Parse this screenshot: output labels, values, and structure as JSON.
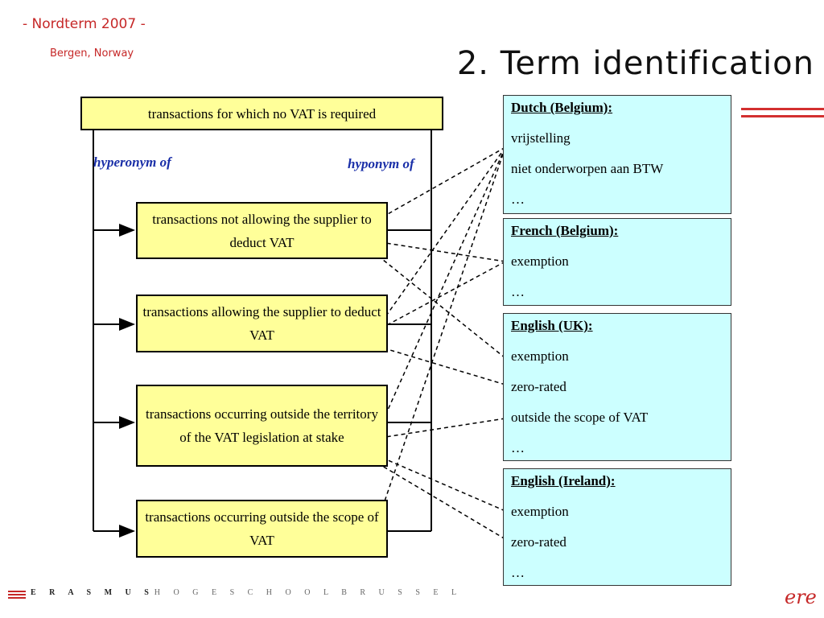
{
  "header": {
    "conference": "- Nordterm 2007 -",
    "location": "Bergen, Norway",
    "title": "2. Term identification"
  },
  "diagram": {
    "root": "transactions for which no VAT is required",
    "hyperonym_label": "hyperonym of",
    "hyponym_label": "hyponym of",
    "children": [
      "transactions not allowing the supplier to deduct VAT",
      "transactions allowing the supplier to deduct VAT",
      "transactions occurring outside the territory of the VAT legislation at stake",
      "transactions occurring outside the scope of VAT"
    ]
  },
  "languages": [
    {
      "name": "Dutch (Belgium)",
      "terms": [
        "vrijstelling",
        "niet onderworpen aan BTW",
        "…"
      ]
    },
    {
      "name": "French (Belgium)",
      "terms": [
        "exemption",
        "…"
      ]
    },
    {
      "name": "English (UK)",
      "terms": [
        "exemption",
        "zero-rated",
        "outside the scope of VAT",
        "…"
      ]
    },
    {
      "name": "English (Ireland)",
      "terms": [
        "exemption",
        "zero-rated",
        "…"
      ]
    }
  ],
  "footer": {
    "brand_bold": "E R A S M U S",
    "brand_rest": "H O G E S C H O O L   B R U S S E L",
    "logo": "ere"
  },
  "colors": {
    "accent_red": "#c62828",
    "box_yellow": "#ffff99",
    "lang_cyan": "#ccffff",
    "label_blue": "#1a2fa8"
  }
}
